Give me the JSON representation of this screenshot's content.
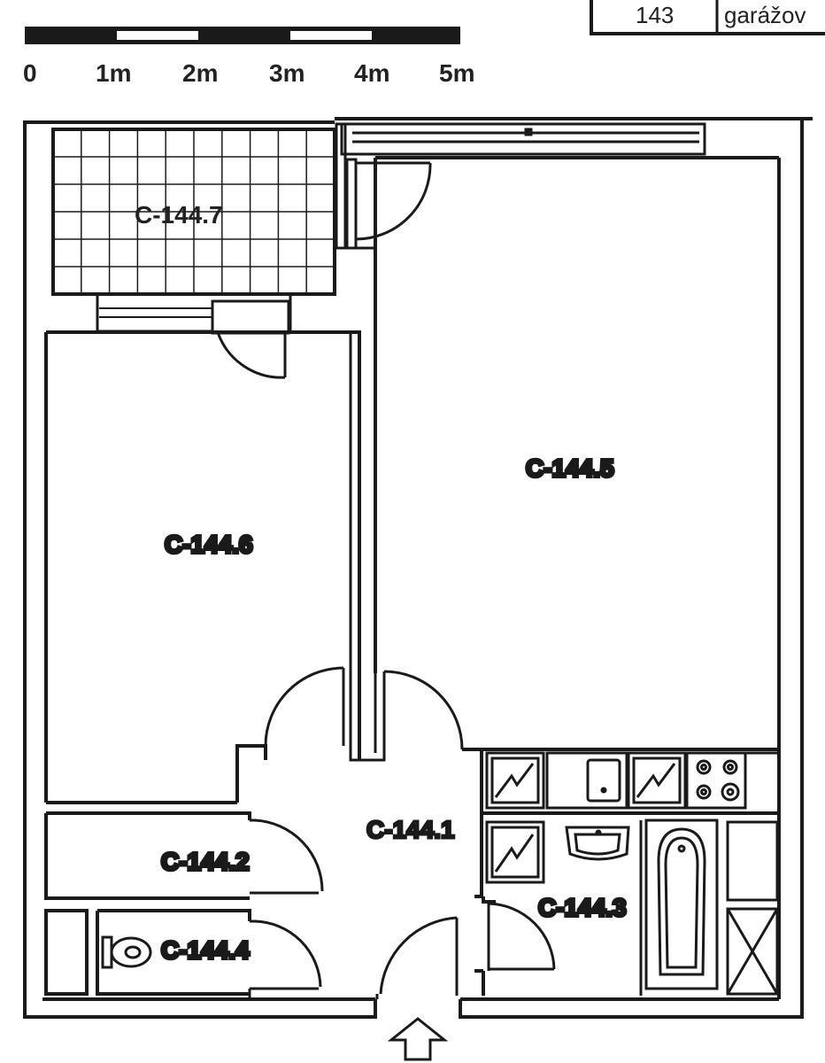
{
  "scale": {
    "labels": [
      "0",
      "1m",
      "2m",
      "3m",
      "4m",
      "5m"
    ]
  },
  "legend": {
    "number": "143",
    "text": "garážov"
  },
  "rooms": {
    "terrace": "C-144.7",
    "living": "C-144.5",
    "bedroom": "C-144.6",
    "hall": "C-144.1",
    "storage": "C-144.2",
    "bathroom": "C-144.3",
    "wc": "C-144.4"
  },
  "colors": {
    "wall": "#1a1a1a",
    "background": "#ffffff"
  }
}
